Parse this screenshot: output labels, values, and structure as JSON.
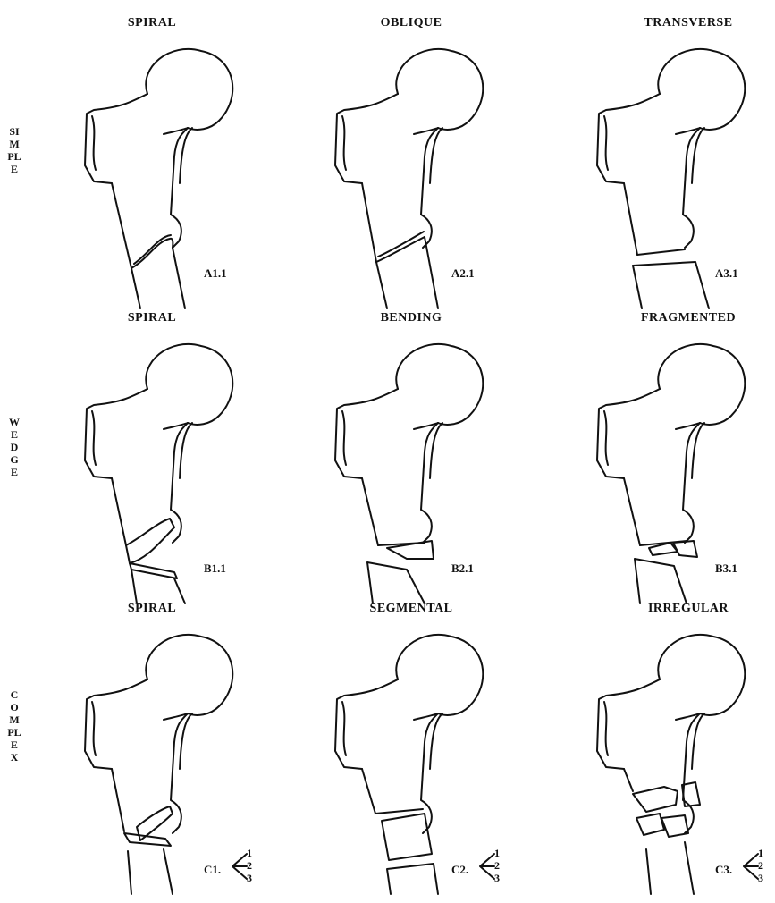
{
  "rows": [
    {
      "label": "SIMPLE",
      "panels": [
        {
          "title": "SPIRAL",
          "code": "A1.1",
          "fracture": "spiral"
        },
        {
          "title": "OBLIQUE",
          "code": "A2.1",
          "fracture": "oblique"
        },
        {
          "title": "TRANSVERSE",
          "code": "A3.1",
          "fracture": "transverse"
        }
      ]
    },
    {
      "label": "WEDGE",
      "panels": [
        {
          "title": "SPIRAL",
          "code": "B1.1",
          "fracture": "wedge-spiral"
        },
        {
          "title": "BENDING",
          "code": "B2.1",
          "fracture": "bending"
        },
        {
          "title": "FRAGMENTED",
          "code": "B3.1",
          "fracture": "fragmented"
        }
      ]
    },
    {
      "label": "COMPLEX",
      "panels": [
        {
          "title": "SPIRAL",
          "code": "C1.",
          "subcodes": [
            "1",
            "2",
            "3"
          ],
          "fracture": "complex-spiral"
        },
        {
          "title": "SEGMENTAL",
          "code": "C2.",
          "subcodes": [
            "1",
            "2",
            "3"
          ],
          "fracture": "segmental"
        },
        {
          "title": "IRREGULAR",
          "code": "C3.",
          "subcodes": [
            "1",
            "2",
            "3"
          ],
          "fracture": "irregular"
        }
      ]
    }
  ]
}
